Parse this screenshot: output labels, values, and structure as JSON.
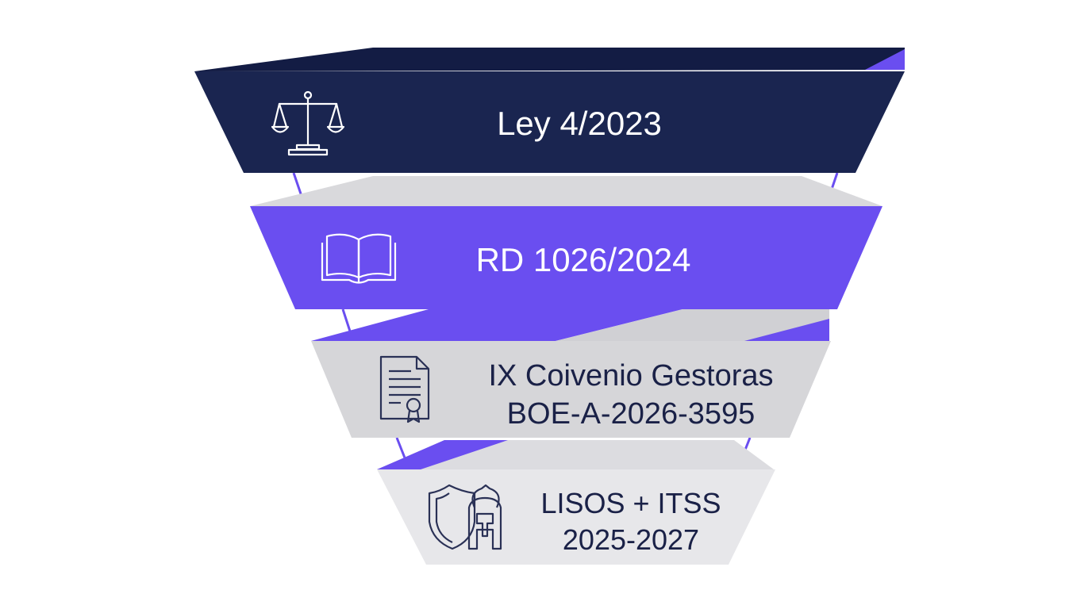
{
  "tiers": [
    {
      "lines": [
        "Ley 4/2023"
      ],
      "icon": "scales-icon",
      "fill": "#1a2550"
    },
    {
      "lines": [
        "RD 1026/2024"
      ],
      "icon": "book-icon",
      "fill": "#6a4ef0"
    },
    {
      "lines": [
        "IX Coivenio Gestoras",
        "BOE-A-2026-3595"
      ],
      "icon": "certificate-icon",
      "fill": "#d6d6d9"
    },
    {
      "lines": [
        "LISOS + ITSS",
        "2025-2027"
      ],
      "icon": "shield-helmet-icon",
      "fill": "#e7e7ea"
    }
  ],
  "colors": {
    "navy": "#1a2550",
    "purple": "#6a4ef0",
    "gray": "#d6d6d9",
    "light_gray": "#e7e7ea",
    "icon_dark": "#2a3156"
  }
}
